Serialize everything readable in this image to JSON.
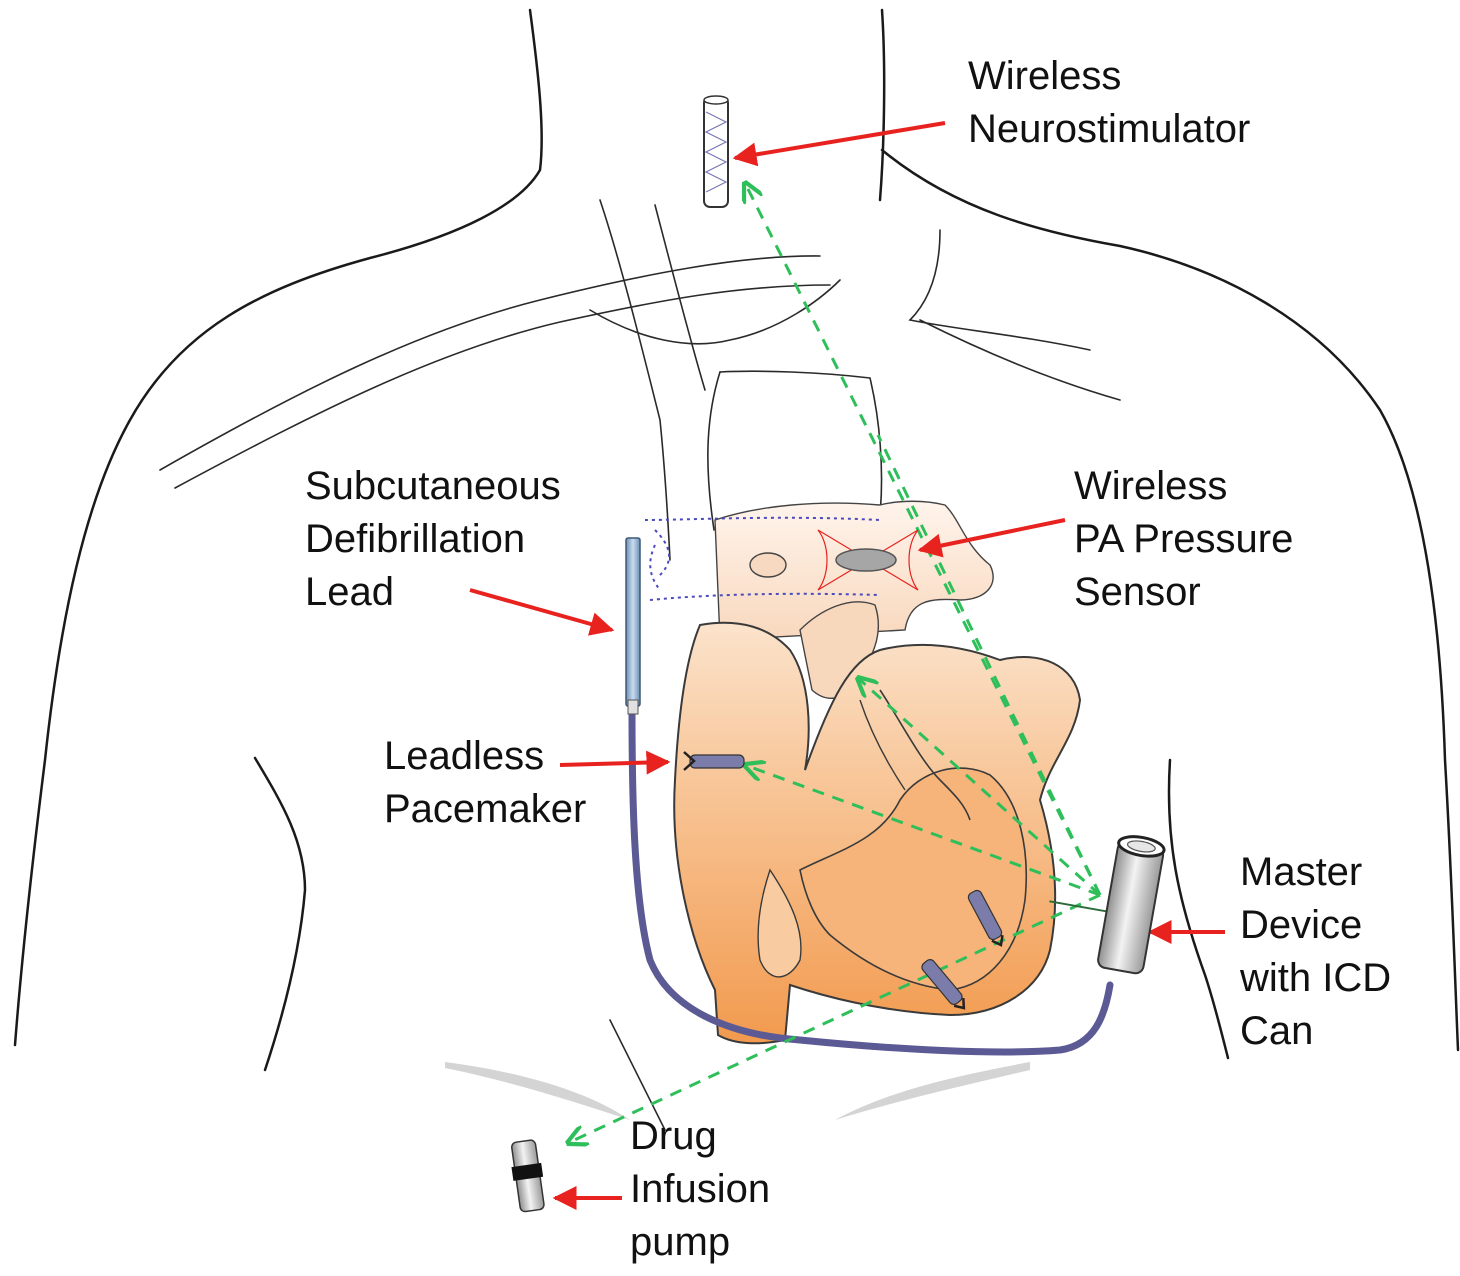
{
  "colors": {
    "outline": "#1a1a1a",
    "arrow": "#e8231f",
    "wireless_link": "#2fbf5a",
    "lead": "#5b5a94",
    "heart_dark": "#f2a05c",
    "heart_light": "#f9d3ad",
    "vessel": "#fbe6d6",
    "device": "#bdbdbd",
    "rib_shadow": "#d4d4d4"
  },
  "labels": {
    "neurostimulator": [
      "Wireless",
      "Neurostimulator"
    ],
    "pa_sensor": [
      "Wireless",
      "PA Pressure",
      "Sensor"
    ],
    "defib_lead": [
      "Subcutaneous",
      "Defibrillation",
      "Lead"
    ],
    "pacemaker": [
      "Leadless",
      "Pacemaker"
    ],
    "master_device": [
      "Master",
      "Device",
      "with ICD",
      "Can"
    ],
    "drug_pump": [
      "Drug",
      "Infusion",
      "pump"
    ]
  },
  "icons": {
    "neurostimulator": "coil-cylinder-icon",
    "pa_sensor": "oval-sensor-icon",
    "defib_lead": "rod-lead-icon",
    "pacemaker": "screw-capsule-icon",
    "master_device": "cylinder-can-icon",
    "drug_pump": "banded-cylinder-icon"
  }
}
